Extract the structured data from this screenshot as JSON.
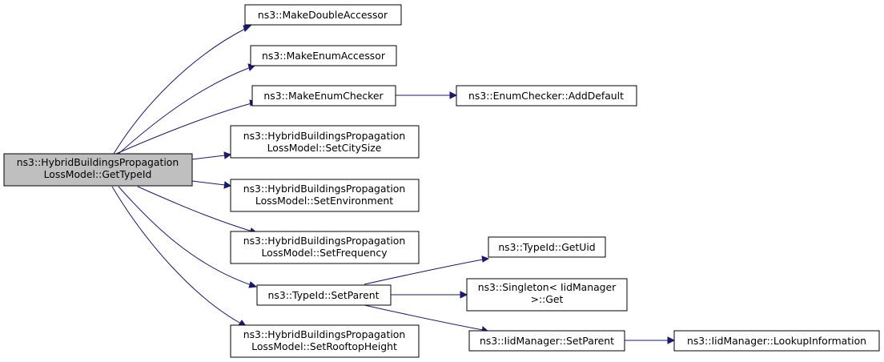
{
  "colors": {
    "edge": "#191970",
    "root_fill": "#bfbfbf",
    "node_fill": "#ffffff",
    "node_border": "#000000"
  },
  "nodes": {
    "root": [
      "ns3::HybridBuildingsPropagation",
      "LossModel::GetTypeId"
    ],
    "make_double_accessor": [
      "ns3::MakeDoubleAccessor"
    ],
    "make_enum_accessor": [
      "ns3::MakeEnumAccessor"
    ],
    "make_enum_checker": [
      "ns3::MakeEnumChecker"
    ],
    "enum_checker_add_default": [
      "ns3::EnumChecker::AddDefault"
    ],
    "set_city_size": [
      "ns3::HybridBuildingsPropagation",
      "LossModel::SetCitySize"
    ],
    "set_environment": [
      "ns3::HybridBuildingsPropagation",
      "LossModel::SetEnvironment"
    ],
    "set_frequency": [
      "ns3::HybridBuildingsPropagation",
      "LossModel::SetFrequency"
    ],
    "typeid_set_parent": [
      "ns3::TypeId::SetParent"
    ],
    "typeid_get_uid": [
      "ns3::TypeId::GetUid"
    ],
    "singleton_get": [
      "ns3::Singleton< IidManager",
      ">::Get"
    ],
    "set_rooftop_height": [
      "ns3::HybridBuildingsPropagation",
      "LossModel::SetRooftopHeight"
    ],
    "iidmanager_set_parent": [
      "ns3::IidManager::SetParent"
    ],
    "iidmanager_lookup_information": [
      "ns3::IidManager::LookupInformation"
    ]
  },
  "edges": [
    [
      "root",
      "make_double_accessor"
    ],
    [
      "root",
      "make_enum_accessor"
    ],
    [
      "root",
      "make_enum_checker"
    ],
    [
      "make_enum_checker",
      "enum_checker_add_default"
    ],
    [
      "root",
      "set_city_size"
    ],
    [
      "root",
      "set_environment"
    ],
    [
      "root",
      "set_frequency"
    ],
    [
      "root",
      "typeid_set_parent"
    ],
    [
      "root",
      "set_rooftop_height"
    ],
    [
      "typeid_set_parent",
      "typeid_get_uid"
    ],
    [
      "typeid_set_parent",
      "singleton_get"
    ],
    [
      "typeid_set_parent",
      "iidmanager_set_parent"
    ],
    [
      "iidmanager_set_parent",
      "iidmanager_lookup_information"
    ]
  ]
}
